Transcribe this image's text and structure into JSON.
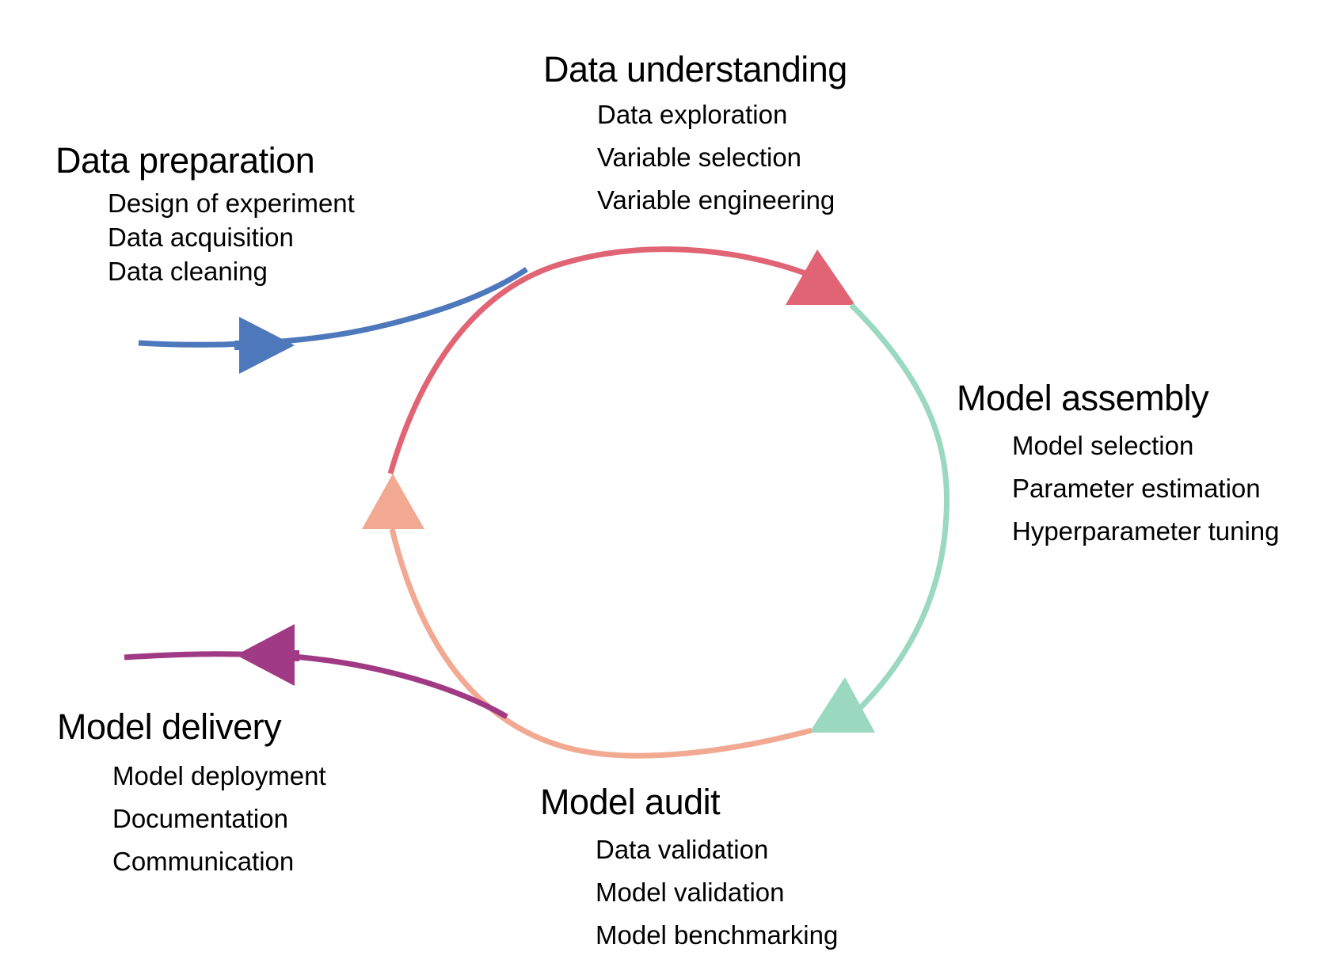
{
  "diagram": {
    "colors": {
      "data_preparation": "#4e78bc",
      "data_understanding": "#e06474",
      "model_assembly": "#9ad8c0",
      "model_audit": "#f2a992",
      "model_delivery": "#a03a84"
    },
    "stages": [
      {
        "id": "data_preparation",
        "title": "Data preparation",
        "items": [
          "Design of experiment",
          "Data acquisition",
          "Data cleaning"
        ]
      },
      {
        "id": "data_understanding",
        "title": "Data understanding",
        "items": [
          "Data exploration",
          "Variable selection",
          "Variable engineering"
        ]
      },
      {
        "id": "model_assembly",
        "title": "Model assembly",
        "items": [
          "Model selection",
          "Parameter estimation",
          "Hyperparameter tuning"
        ]
      },
      {
        "id": "model_audit",
        "title": "Model audit",
        "items": [
          "Data validation",
          "Model validation",
          "Model benchmarking"
        ]
      },
      {
        "id": "model_delivery",
        "title": "Model delivery",
        "items": [
          "Model deployment",
          "Documentation",
          "Communication"
        ]
      }
    ],
    "flow": [
      {
        "from": "external",
        "to": "data_understanding",
        "color_key": "data_preparation",
        "name": "input-arrow"
      },
      {
        "from": "data_understanding",
        "to": "model_assembly",
        "color_key": "data_understanding",
        "name": "arc-understanding-to-assembly"
      },
      {
        "from": "model_assembly",
        "to": "model_audit",
        "color_key": "model_assembly",
        "name": "arc-assembly-to-audit"
      },
      {
        "from": "model_audit",
        "to": "data_understanding",
        "color_key": "model_audit",
        "name": "arc-audit-to-understanding"
      },
      {
        "from": "model_audit",
        "to": "external",
        "color_key": "model_delivery",
        "name": "output-arrow"
      }
    ]
  }
}
